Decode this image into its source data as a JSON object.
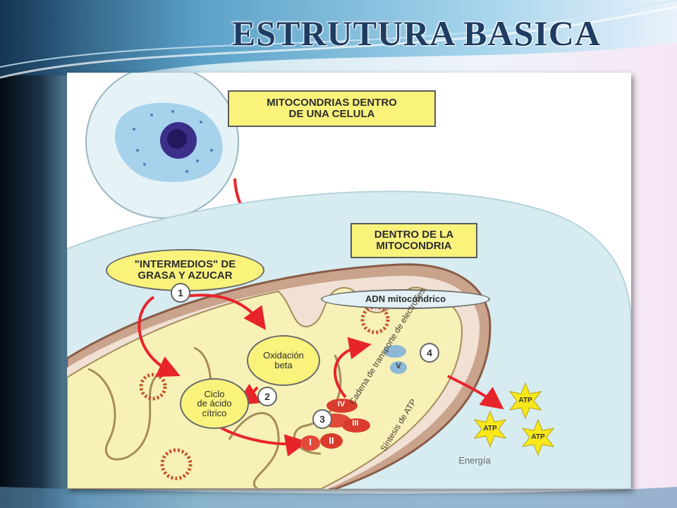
{
  "slide": {
    "title": "ESTRUTURA BASICA"
  },
  "diagram": {
    "label_cell": "MITOCONDRIAS DENTRO DE UNA CELULA",
    "label_cell_line1": "MITOCONDRIAS DENTRO",
    "label_cell_line2": "DE UNA CELULA",
    "label_mito_line1": "DENTRO DE LA",
    "label_mito_line2": "MITOCONDRIA",
    "label_intermediates_line1": "\"INTERMEDIOS\" DE",
    "label_intermediates_line2": "GRASA Y AZUCAR",
    "label_dna": "ADN mitocóndrico",
    "label_beta_line1": "Oxidación",
    "label_beta_line2": "beta",
    "label_citric_line1": "Ciclo",
    "label_citric_line2": "de ácido",
    "label_citric_line3": "cítrico",
    "label_chain": "Cadena de transporte de electrones",
    "label_synthase": "Síntesis de ATP",
    "label_energy": "Energía",
    "atp": "ATP",
    "step_1": "1",
    "step_2": "2",
    "step_3": "3",
    "step_4": "4",
    "complex_1": "I",
    "complex_2": "II",
    "complex_3": "III",
    "complex_4": "IV",
    "complex_5": "V"
  },
  "colors": {
    "title": "#1f3d63",
    "label_fill": "#f9f37c",
    "arrow_red": "#e8242b",
    "matrix": "#f7f1b7",
    "cytoplasm": "#d6ecf0"
  }
}
